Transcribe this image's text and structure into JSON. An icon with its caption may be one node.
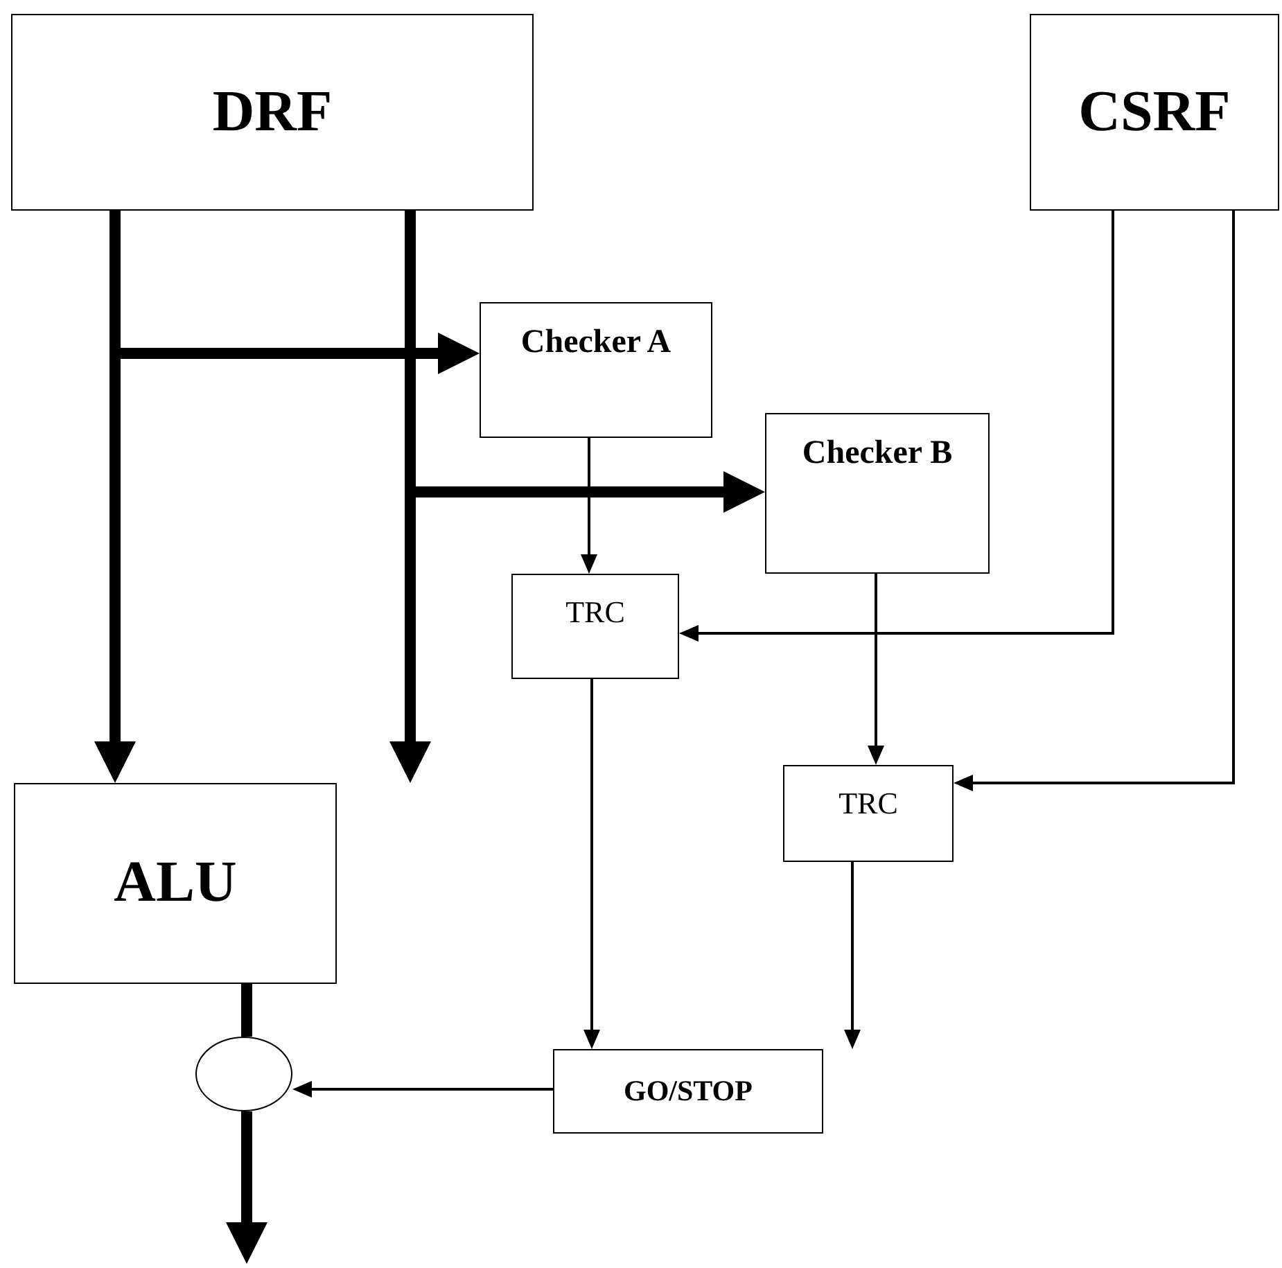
{
  "diagram": {
    "nodes": [
      {
        "text": [
          "DRF"
        ]
      },
      {
        "text": [
          "CSRF"
        ]
      },
      {
        "text": [
          "Checker A"
        ]
      },
      {
        "text": [
          "Checker B"
        ]
      },
      {
        "text": [
          "TRC"
        ]
      },
      {
        "text": [
          "TRC"
        ]
      },
      {
        "text": [
          "ALU"
        ]
      },
      {
        "text": [],
        "shape": "circle"
      },
      {
        "text": [
          "GO/STOP"
        ]
      }
    ],
    "edges": [
      {
        "from": 0,
        "to": 6,
        "arrow": "to",
        "style": "thick"
      },
      {
        "from": 0,
        "to": 6,
        "arrow": "to",
        "style": "thick"
      },
      {
        "from": 0,
        "to": 2,
        "arrow": "to",
        "style": "thick"
      },
      {
        "from": 0,
        "to": 3,
        "arrow": "to",
        "style": "thick"
      },
      {
        "from": 2,
        "to": 4,
        "arrow": "to"
      },
      {
        "from": 3,
        "to": 5,
        "arrow": "to"
      },
      {
        "from": 1,
        "to": 4,
        "arrow": "to"
      },
      {
        "from": 1,
        "to": 5,
        "arrow": "to"
      },
      {
        "from": 4,
        "to": 8,
        "arrow": "to"
      },
      {
        "from": 5,
        "to": 8,
        "arrow": "to"
      },
      {
        "from": 8,
        "to": 7,
        "arrow": "to"
      },
      {
        "from": 6,
        "to": 7,
        "arrow": "none",
        "style": "thick"
      },
      {
        "from": 7,
        "to": null,
        "arrow": "to",
        "style": "thick"
      }
    ]
  }
}
